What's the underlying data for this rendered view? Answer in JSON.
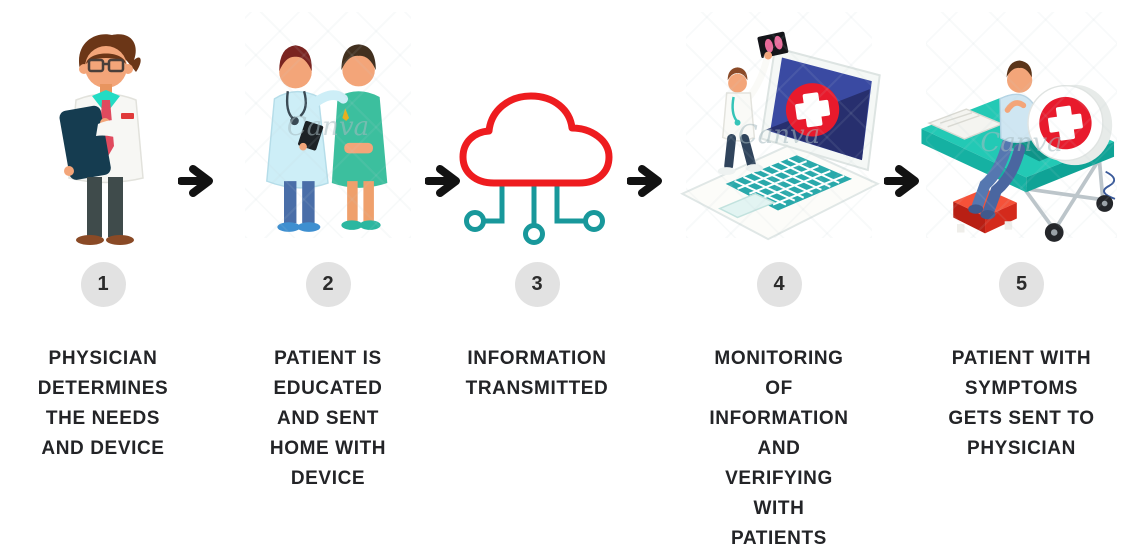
{
  "page": {
    "title": "Remote patient monitoring process diagram",
    "background": "#ffffff",
    "watermark": "Canva"
  },
  "colors": {
    "arrow": "#121212",
    "step_circle_bg": "#e2e2e2",
    "step_number_text": "#2b2b2b",
    "label_text": "#232427",
    "cloud_red": "#ee1c1f",
    "teal": "#18989b",
    "screen_navy": "#3a4aa2",
    "screen_navy_dark": "#272f6e",
    "medical_red": "#e81a2c",
    "gurney_teal": "#23c9b5"
  },
  "icons": {
    "connector": "right-arrow-icon",
    "step3": "cloud-upload-network-icon"
  },
  "steps": [
    {
      "number": "1",
      "illustration": "doctor-with-clipboard",
      "label_lines": [
        "PHYSICIAN",
        "DETERMINES",
        "THE NEEDS",
        "AND DEVICE"
      ]
    },
    {
      "number": "2",
      "illustration": "doctor-and-patient",
      "label_lines": [
        "PATIENT IS",
        "EDUCATED",
        "AND SENT",
        "HOME WITH",
        "DEVICE"
      ]
    },
    {
      "number": "3",
      "illustration": "cloud-data-transmission",
      "label_lines": [
        "INFORMATION",
        "TRANSMITTED"
      ]
    },
    {
      "number": "4",
      "illustration": "doctor-monitoring-laptop",
      "label_lines": [
        "MONITORING",
        "OF",
        "INFORMATION",
        "AND",
        "VERIFYING",
        "WITH",
        "PATIENTS"
      ]
    },
    {
      "number": "5",
      "illustration": "patient-on-gurney",
      "label_lines": [
        "PATIENT WITH",
        "SYMPTOMS",
        "GETS SENT TO",
        "PHYSICIAN"
      ]
    }
  ]
}
